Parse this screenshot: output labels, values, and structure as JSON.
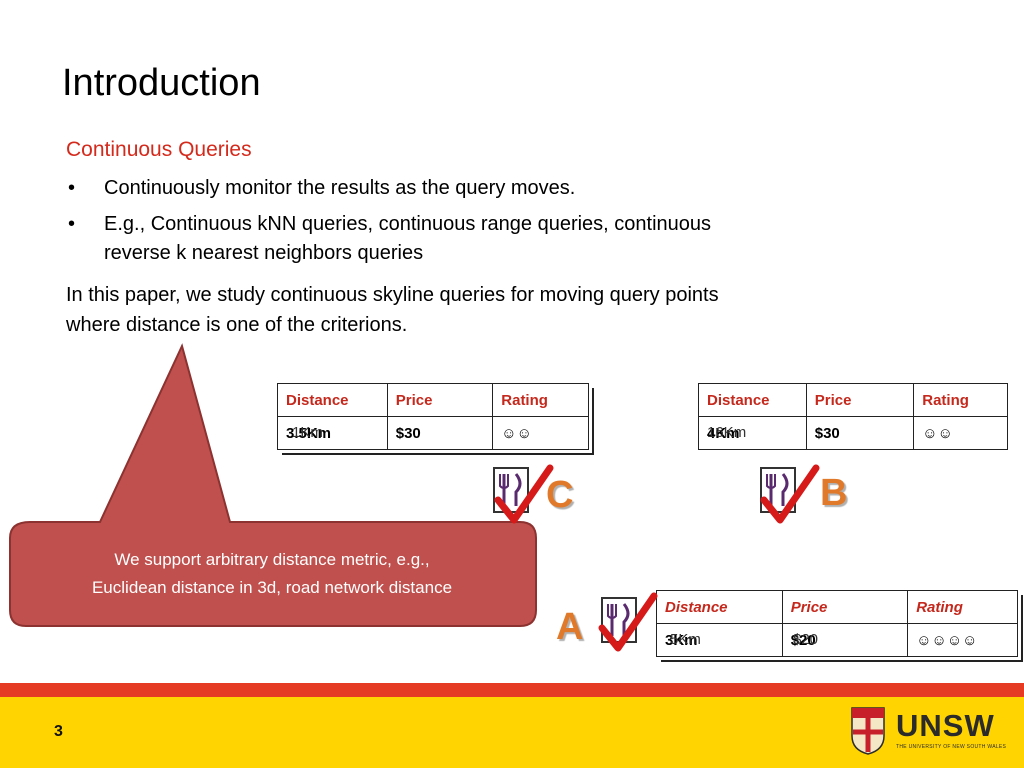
{
  "slide": {
    "title": "Introduction",
    "section": "Continuous Queries",
    "bullets": [
      "Continuously monitor the results as the query moves.",
      "E.g., Continuous kNN queries, continuous range queries, continuous",
      "reverse k nearest neighbors queries"
    ],
    "bullet_symbol": "•",
    "paragraph": [
      "In this paper, we study continuous skyline queries for moving query points",
      "where distance is one of the criterions."
    ],
    "callout": [
      "We support arbitrary distance metric, e.g.,",
      "Euclidean distance in 3d, road network distance"
    ],
    "page_number": "3"
  },
  "tables": {
    "headers": [
      "Distance",
      "Price",
      "Rating"
    ],
    "c": {
      "distance": "3.5Km",
      "distance_ghost": "1Km",
      "price": "$30",
      "rating": "☺☺"
    },
    "b": {
      "distance": "4Km",
      "distance_ghost": "16Km",
      "price": "$30",
      "rating": "☺☺"
    },
    "a": {
      "distance": "3Km",
      "distance_ghost": "5Km",
      "price": "$20",
      "price_ghost": "$20",
      "rating": "☺☺☺☺"
    }
  },
  "restaurants": {
    "c": "C",
    "b": "B",
    "a": "A"
  },
  "icons": {
    "restaurant": "fork-knife-icon",
    "check": "checkmark-icon"
  },
  "logo": {
    "wordmark": "UNSW",
    "tagline": "THE UNIVERSITY OF NEW SOUTH WALES"
  },
  "colors": {
    "accent_red": "#d42a1c",
    "callout_fill": "#c0504d",
    "band_red": "#e53a23",
    "band_yellow": "#ffd400",
    "letter_orange": "#e07a2a"
  }
}
